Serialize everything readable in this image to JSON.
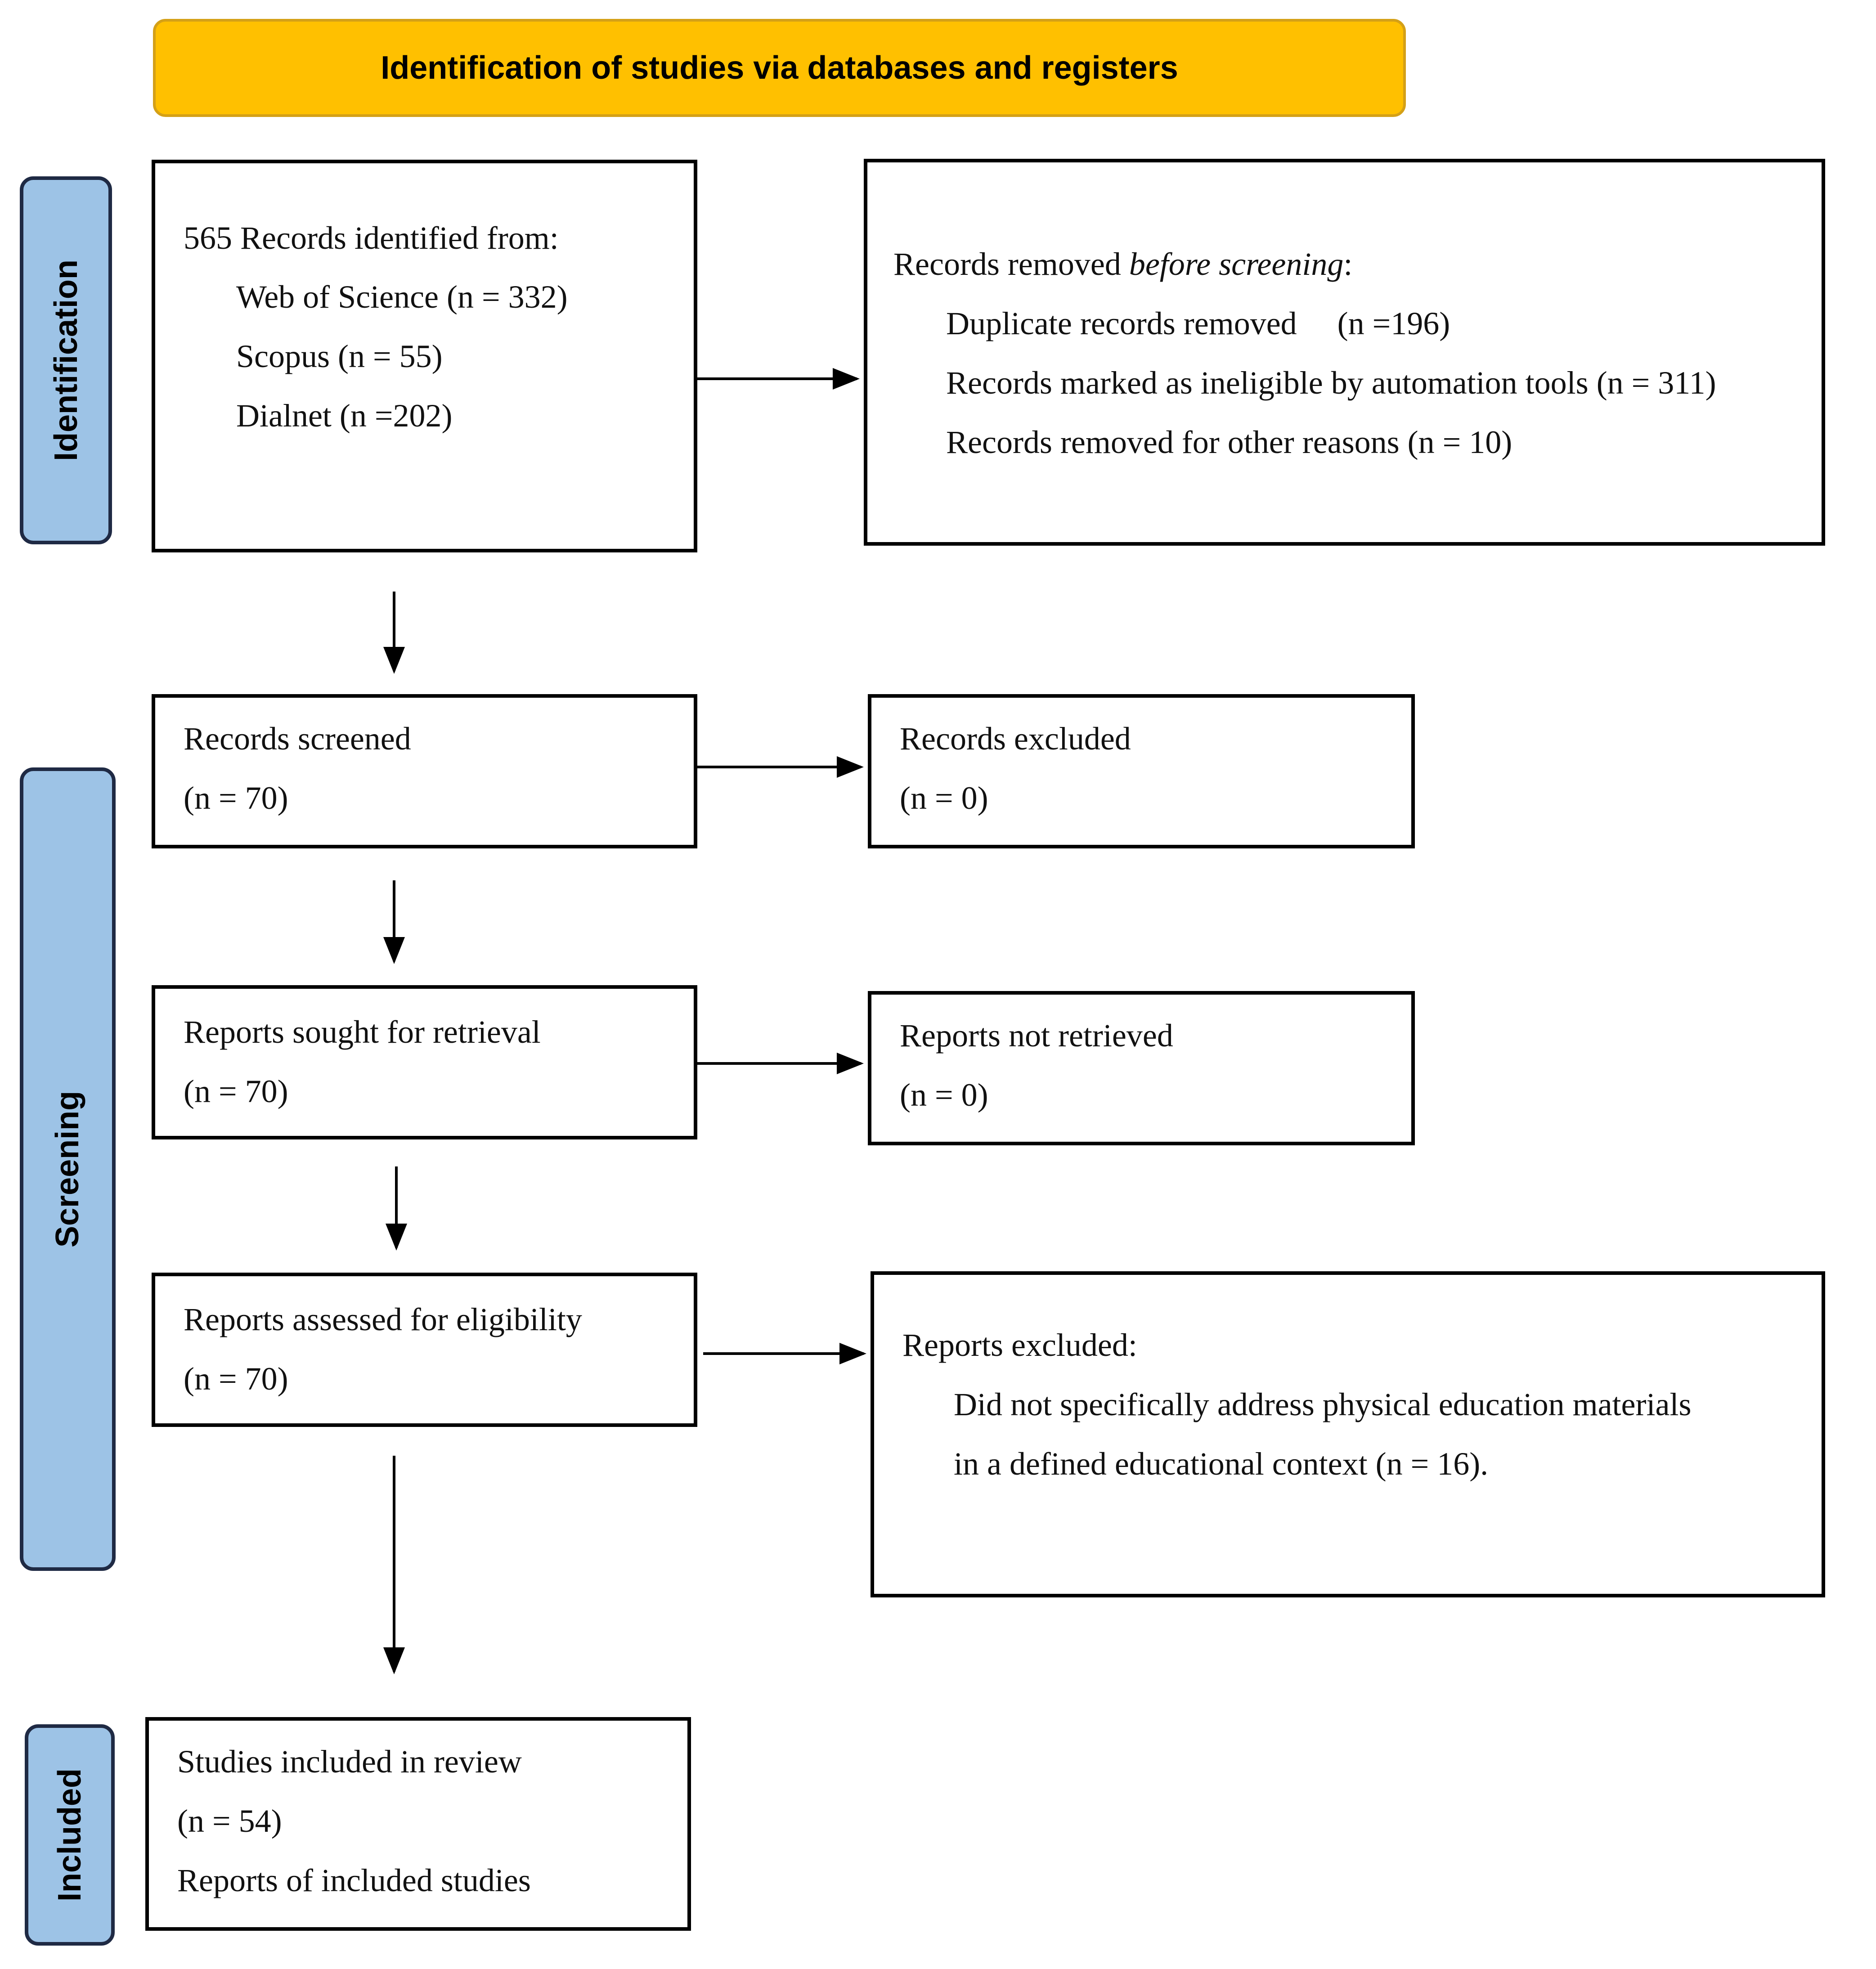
{
  "header": {
    "title": "Identification of studies via databases and registers"
  },
  "phases": {
    "identification": "Identification",
    "screening": "Screening",
    "included": "Included"
  },
  "identified": {
    "title": "565 Records identified from:",
    "sources": [
      "Web of Science (n = 332)",
      "Scopus (n = 55)",
      "Dialnet (n =202)"
    ]
  },
  "removed_before_screening": {
    "title_prefix": "Records removed ",
    "title_italic": "before screening",
    "title_suffix": ":",
    "items": [
      "Duplicate records removed     (n =196)",
      "Records marked as ineligible by automation tools (n = 311)",
      "Records removed for other reasons (n = 10)"
    ]
  },
  "screened": {
    "label": "Records screened",
    "count": "(n = 70)"
  },
  "excluded": {
    "label": "Records excluded",
    "count": "(n = 0)"
  },
  "sought": {
    "label": "Reports sought for retrieval",
    "count": "(n = 70)"
  },
  "not_retrieved": {
    "label": "Reports not retrieved",
    "count": "(n = 0)"
  },
  "assessed": {
    "label": "Reports assessed for eligibility",
    "count": "(n = 70)"
  },
  "reports_excluded": {
    "label": "Reports excluded:",
    "reason_line1": "Did not specifically address physical education materials",
    "reason_line2": "in a defined educational context (n = 16)."
  },
  "included": {
    "label": "Studies included in review",
    "count": "(n = 54)",
    "reports": "Reports of included studies"
  },
  "colors": {
    "header_fill": "#ffc000",
    "phase_fill": "#9dc3e6",
    "box_border": "#000000"
  }
}
